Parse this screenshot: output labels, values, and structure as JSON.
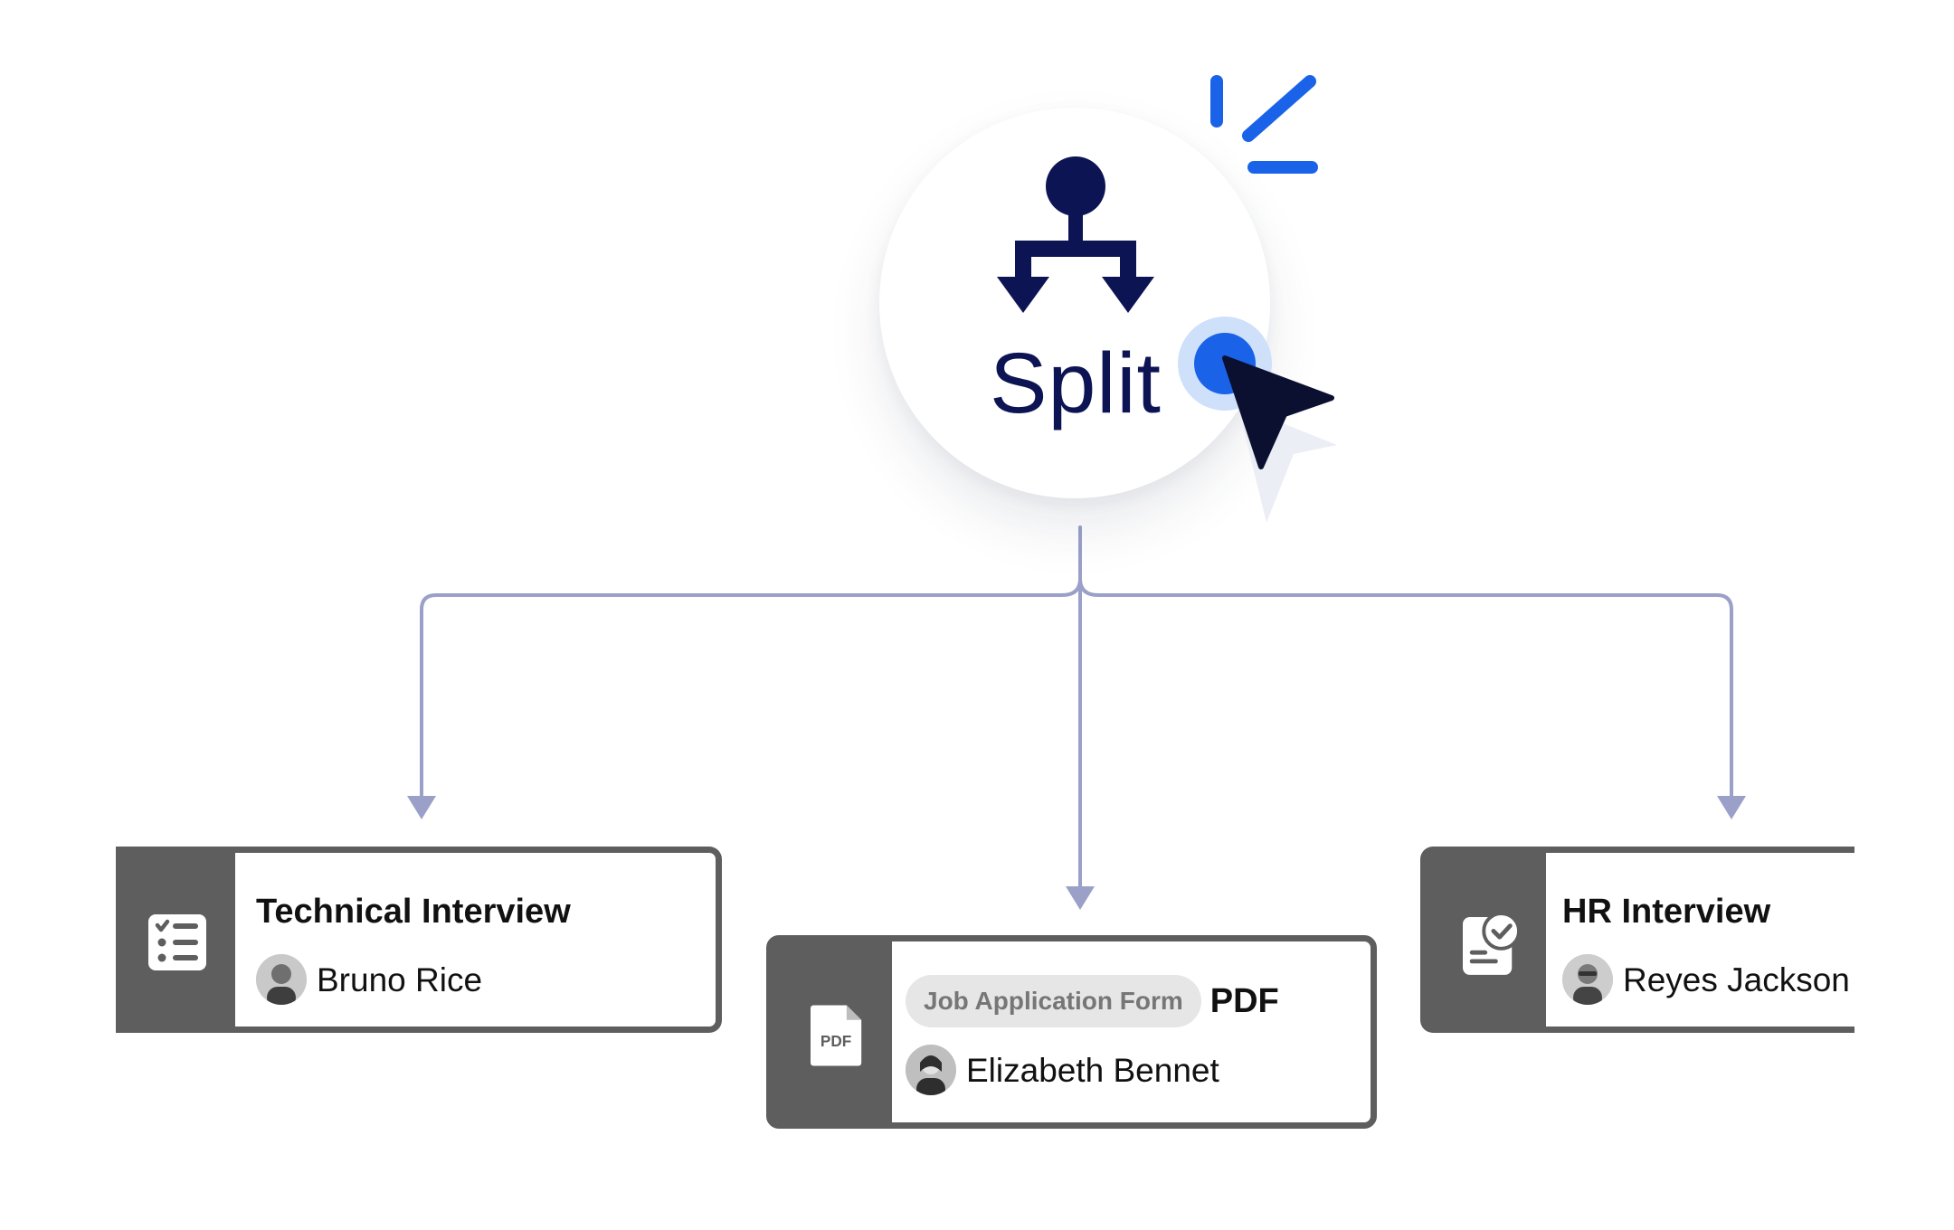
{
  "split_node": {
    "label": "Split",
    "icons": {
      "main": "split-arrows-icon",
      "sparkle": "click-sparkle-icon",
      "cursor": "cursor-arrow-icon"
    }
  },
  "cards": [
    {
      "title": "Technical Interview",
      "assignee": "Bruno Rice",
      "icon": "checklist-icon"
    },
    {
      "tag": "Job Application Form",
      "title": "PDF",
      "assignee": "Elizabeth Bennet",
      "icon": "pdf-file-icon",
      "icon_text": "PDF"
    },
    {
      "title": "HR Interview",
      "assignee": "Reyes Jackson",
      "icon": "approved-document-icon"
    }
  ],
  "colors": {
    "navy": "#0d1454",
    "connector": "#9aa0c8",
    "card_border": "#5e5e5e",
    "accent_blue": "#1a63e8",
    "tag_background": "#e6e6e6"
  }
}
